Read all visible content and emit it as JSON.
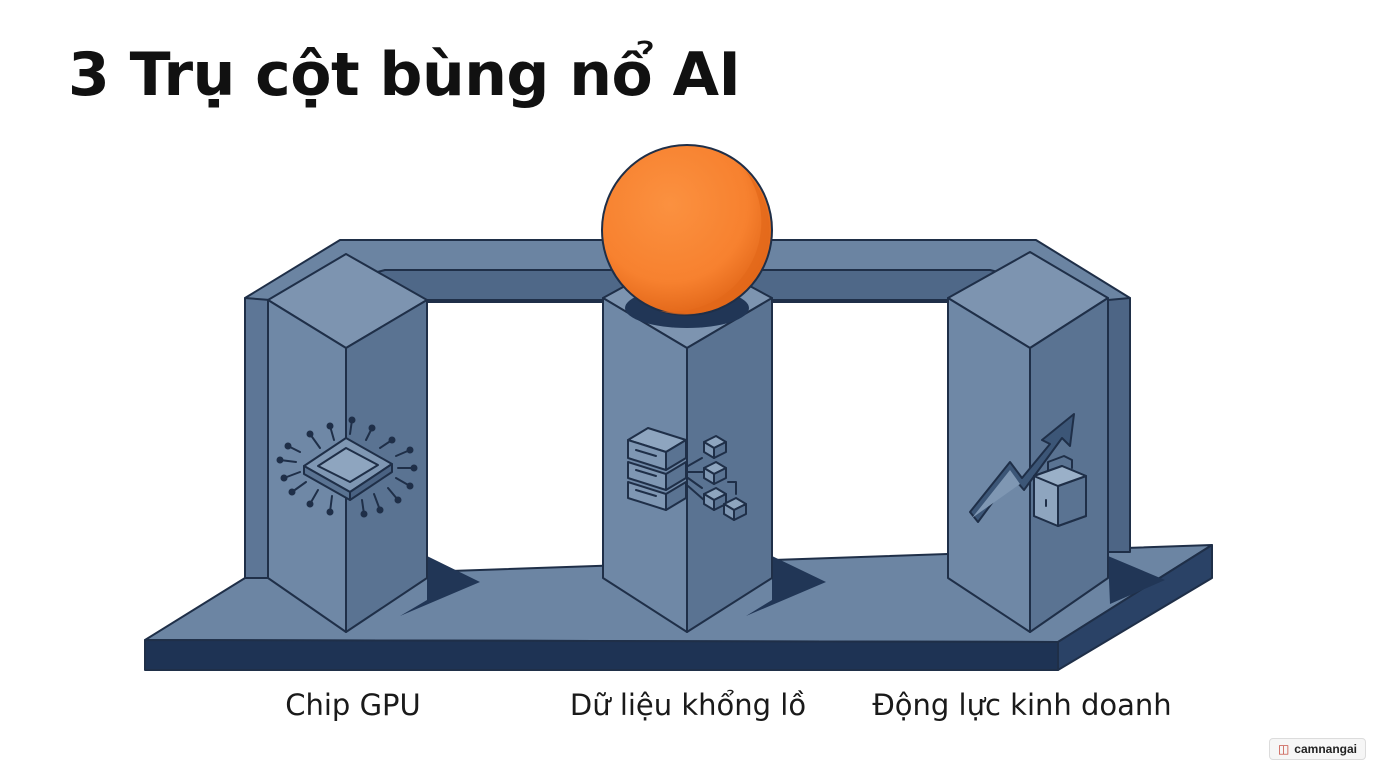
{
  "title": "3 Trụ cột bùng nổ AI",
  "pillars": [
    {
      "label": "Chip GPU",
      "icon": "gpu-chip-icon"
    },
    {
      "label": "Dữ liệu khổng lồ",
      "icon": "data-server-icon"
    },
    {
      "label": "Động lực kinh doanh",
      "icon": "business-growth-icon"
    }
  ],
  "watermark": {
    "text": "camnangai",
    "icon": "book-icon"
  },
  "colors": {
    "pillar_front": "#6f88a6",
    "pillar_side": "#5a7392",
    "pillar_top": "#7d94b0",
    "outline": "#1f2f48",
    "base_edge": "#1e3354",
    "shadow": "#213656",
    "sphere": "#f7812f"
  }
}
